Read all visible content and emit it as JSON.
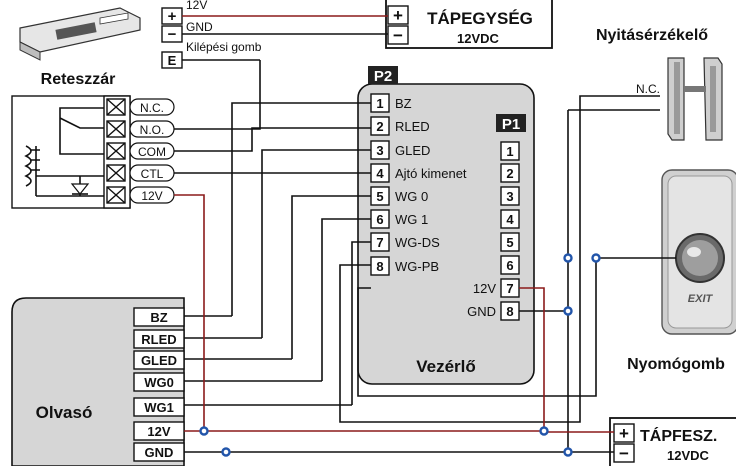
{
  "psu_top": {
    "plus": "+",
    "minus": "−",
    "title": "TÁPEGYSÉG",
    "voltage": "12VDC"
  },
  "psu_bottom": {
    "plus": "+",
    "minus": "−",
    "title": "TÁPFESZ.",
    "voltage": "12VDC"
  },
  "lock": {
    "name": "Reteszzár",
    "terminals": [
      "N.C.",
      "N.O.",
      "COM",
      "CTL",
      "12V"
    ]
  },
  "top_terminals": {
    "labels": [
      "+",
      "−",
      "E"
    ],
    "wires": [
      "12V",
      "GND",
      "Kilépési gomb"
    ]
  },
  "controller": {
    "name": "Vezérlő",
    "p2_label": "P2",
    "p1_label": "P1",
    "p2_pins": [
      {
        "num": "1",
        "label": "BZ"
      },
      {
        "num": "2",
        "label": "RLED"
      },
      {
        "num": "3",
        "label": "GLED"
      },
      {
        "num": "4",
        "label": "Ajtó kimenet"
      },
      {
        "num": "5",
        "label": "WG 0"
      },
      {
        "num": "6",
        "label": "WG 1"
      },
      {
        "num": "7",
        "label": "WG-DS"
      },
      {
        "num": "8",
        "label": "WG-PB"
      }
    ],
    "p1_pins": [
      {
        "num": "1",
        "label": ""
      },
      {
        "num": "2",
        "label": ""
      },
      {
        "num": "3",
        "label": ""
      },
      {
        "num": "4",
        "label": ""
      },
      {
        "num": "5",
        "label": ""
      },
      {
        "num": "6",
        "label": ""
      },
      {
        "num": "7",
        "label": "12V"
      },
      {
        "num": "8",
        "label": "GND"
      }
    ]
  },
  "reader": {
    "name": "Olvasó",
    "pins": [
      "BZ",
      "RLED",
      "GLED",
      "WG0",
      "WG1",
      "12V",
      "GND"
    ]
  },
  "door_sensor": {
    "name": "Nyitásérzékelő",
    "nc_label": "N.C."
  },
  "exit_button": {
    "name": "Nyomógomb",
    "caption": "EXIT"
  },
  "colors": {
    "wire": "#111111",
    "power_wire": "#8b1a1a",
    "node": "#2255aa",
    "panel": "#d6d6d6"
  }
}
